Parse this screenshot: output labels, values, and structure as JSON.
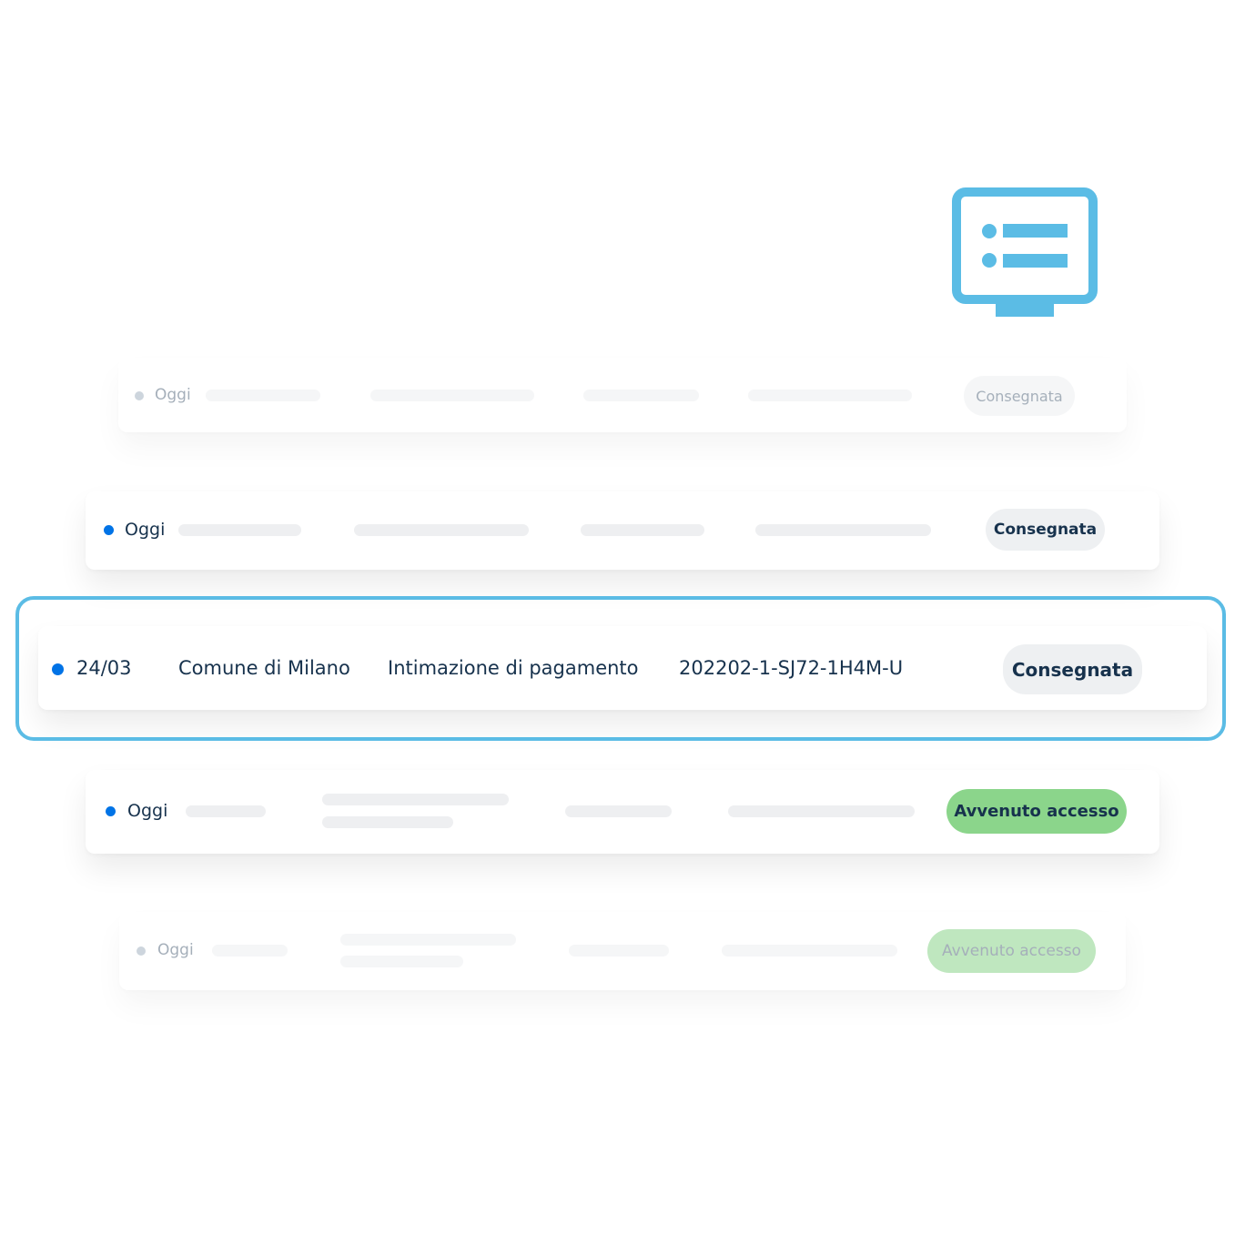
{
  "icon": "notification-list-monitor-icon",
  "colors": {
    "accent": "#5BBCE5",
    "unread_dot": "#0073E6",
    "read_dot": "#A6B4C2",
    "status_chip": "#EEF0F2",
    "status_chip_green": "#8BD58B"
  },
  "rows": [
    {
      "date": "Oggi",
      "status": "Consegnata"
    },
    {
      "date": "Oggi",
      "status": "Consegnata"
    },
    {
      "date": "24/03",
      "sender": "Comune di Milano",
      "subject": "Intimazione di pagamento",
      "iun": "202202-1-SJ72-1H4M-U",
      "status": "Consegnata"
    },
    {
      "date": "Oggi",
      "status": "Avvenuto accesso"
    },
    {
      "date": "Oggi",
      "status": "Avvenuto accesso"
    }
  ]
}
